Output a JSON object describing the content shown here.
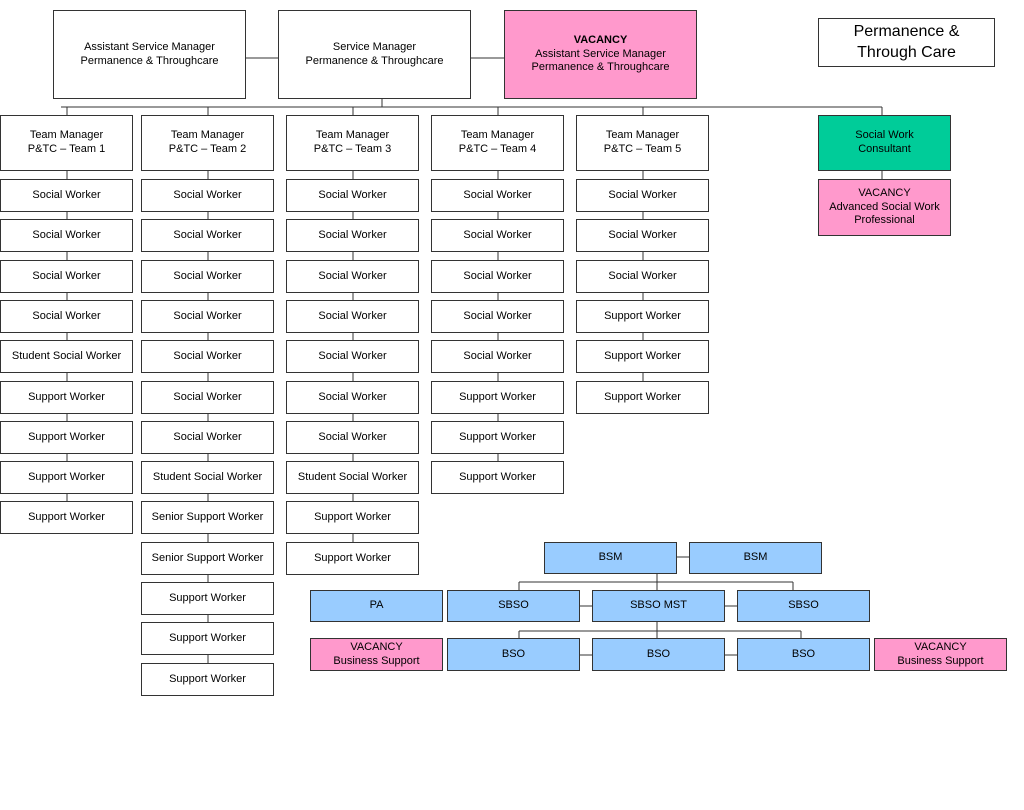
{
  "title": {
    "lines": [
      "Permanence &",
      "Through Care"
    ]
  },
  "colors": {
    "line": "#333333",
    "vacancy": "#ff99cc",
    "consultant": "#00cc99",
    "business_support": "#99ccff",
    "default": "#ffffff"
  },
  "management": {
    "assistant_manager": {
      "lines": [
        "Assistant Service Manager",
        "Permanence & Throughcare"
      ]
    },
    "service_manager": {
      "lines": [
        "Service Manager",
        "Permanence & Throughcare"
      ]
    },
    "vacancy_asm": {
      "lines": [
        "VACANCY",
        "Assistant Service Manager",
        "Permanence & Throughcare"
      ]
    }
  },
  "teams": [
    {
      "manager": [
        "Team Manager",
        "P&TC – Team 1"
      ],
      "members": [
        "Social Worker",
        "Social Worker",
        "Social Worker",
        "Social Worker",
        "Student Social Worker",
        "Support Worker",
        "Support Worker",
        "Support Worker",
        "Support Worker"
      ]
    },
    {
      "manager": [
        "Team Manager",
        "P&TC – Team 2"
      ],
      "members": [
        "Social Worker",
        "Social Worker",
        "Social Worker",
        "Social Worker",
        "Social Worker",
        "Social Worker",
        "Social Worker",
        "Student Social Worker",
        "Senior Support Worker",
        "Senior Support Worker",
        "Support Worker",
        "Support Worker",
        "Support Worker"
      ]
    },
    {
      "manager": [
        "Team Manager",
        "P&TC – Team 3"
      ],
      "members": [
        "Social Worker",
        "Social Worker",
        "Social Worker",
        "Social Worker",
        "Social Worker",
        "Social Worker",
        "Social Worker",
        "Student Social Worker",
        "Support Worker",
        "Support Worker"
      ]
    },
    {
      "manager": [
        "Team Manager",
        "P&TC – Team 4"
      ],
      "members": [
        "Social Worker",
        "Social Worker",
        "Social Worker",
        "Social Worker",
        "Social Worker",
        "Support Worker",
        "Support Worker",
        "Support Worker"
      ]
    },
    {
      "manager": [
        "Team Manager",
        "P&TC – Team 5"
      ],
      "members": [
        "Social Worker",
        "Social Worker",
        "Social Worker",
        "Support Worker",
        "Support Worker",
        "Support Worker"
      ]
    }
  ],
  "consultant": {
    "social_work_consultant": {
      "lines": [
        "Social Work",
        "Consultant"
      ]
    },
    "vacancy_aswp": {
      "lines": [
        "VACANCY",
        "Advanced Social Work",
        "Professional"
      ]
    }
  },
  "business_support": {
    "bsm_left": {
      "lines": [
        "BSM"
      ]
    },
    "bsm_right": {
      "lines": [
        "BSM"
      ]
    },
    "pa": {
      "lines": [
        "PA"
      ]
    },
    "sbso_left": {
      "lines": [
        "SBSO"
      ]
    },
    "sbso_mst": {
      "lines": [
        "SBSO MST"
      ]
    },
    "sbso_right": {
      "lines": [
        "SBSO"
      ]
    },
    "vacancy_left": {
      "lines": [
        "VACANCY",
        "Business Support"
      ]
    },
    "bso_1": {
      "lines": [
        "BSO"
      ]
    },
    "bso_2": {
      "lines": [
        "BSO"
      ]
    },
    "bso_3": {
      "lines": [
        "BSO"
      ]
    },
    "vacancy_right": {
      "lines": [
        "VACANCY",
        "Business Support"
      ]
    }
  }
}
